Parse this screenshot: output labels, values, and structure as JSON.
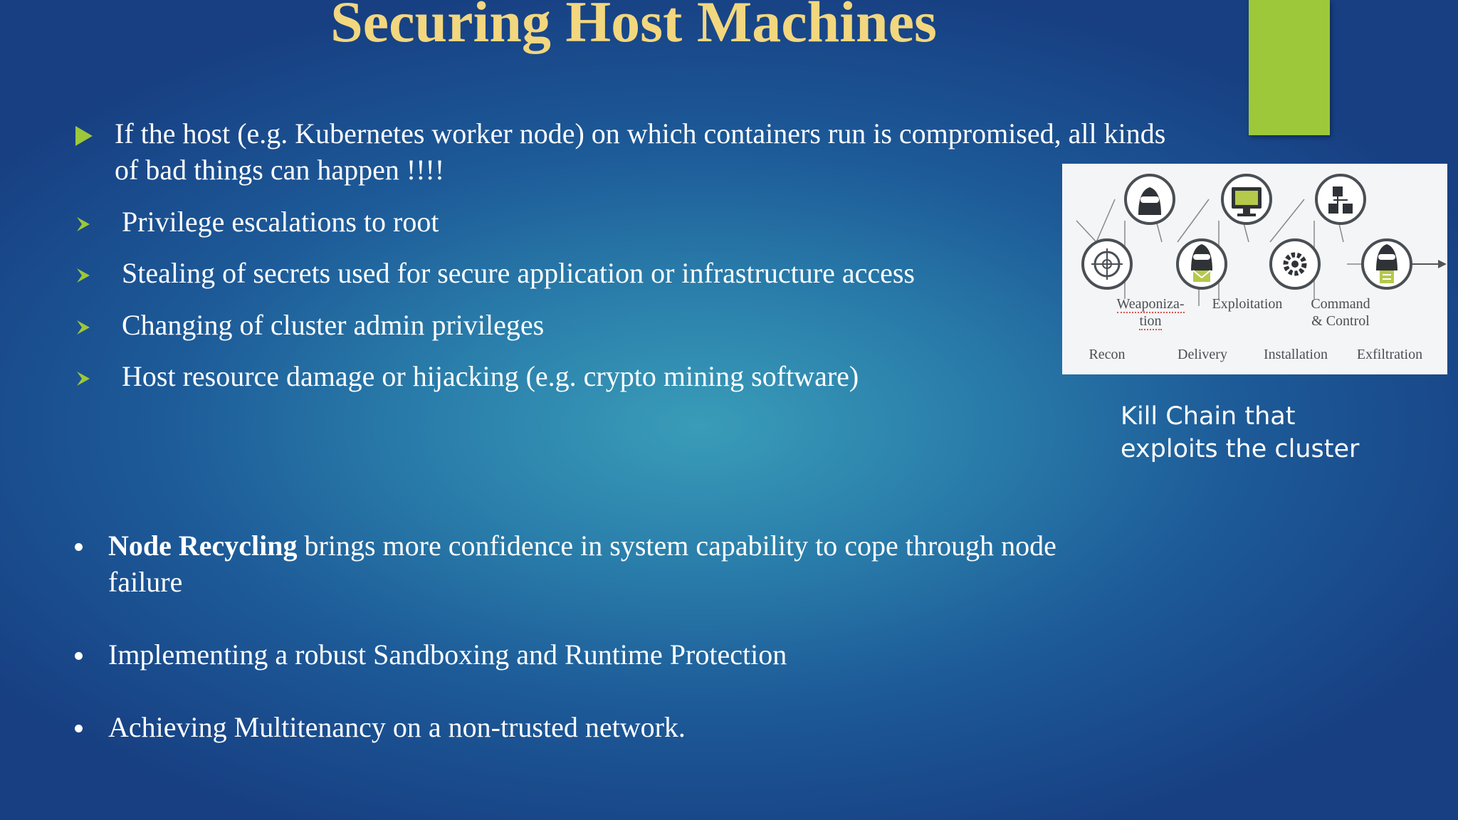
{
  "slide": {
    "title": "Securing Host Machines",
    "main_bullet": {
      "line1": "If the host (e.g. Kubernetes worker node) on which containers run is compromised, all kinds",
      "line2": "of bad things can happen !!!!"
    },
    "sub_bullets": [
      "Privilege escalations to root",
      "Stealing of secrets used for secure application or infrastructure access",
      "Changing of cluster admin privileges",
      "Host resource damage or hijacking (e.g. crypto mining software)"
    ],
    "lower_bullets": {
      "b1_bold": "Node Recycling",
      "b1_rest": " brings more confidence in system capability to cope through node",
      "b1_line2": "failure",
      "b2": "Implementing a robust Sandboxing and Runtime Protection",
      "b3": "Achieving Multitenancy on a non-trusted network."
    },
    "kill_chain": {
      "labels_top": {
        "weaponization_1": "Weaponiza-",
        "weaponization_2": "tion",
        "exploitation": "Exploitation",
        "command_1": "Command",
        "command_2": "& Control"
      },
      "labels_bottom": {
        "recon": "Recon",
        "delivery": "Delivery",
        "installation": "Installation",
        "exfiltration": "Exfiltration"
      },
      "caption_line1": "Kill Chain that",
      "caption_line2": "exploits the cluster"
    },
    "colors": {
      "title": "#f2d77e",
      "accent_green": "#9dc83a",
      "background_dark": "#173f82",
      "background_light": "#3a9cb8"
    },
    "icons": [
      "play-arrow-icon",
      "chevron-bullet-icon",
      "dot-bullet-icon",
      "recon-target-icon",
      "hacker-icon",
      "monitor-icon",
      "network-icon",
      "envelope-icon",
      "gear-icon",
      "document-icon"
    ]
  }
}
